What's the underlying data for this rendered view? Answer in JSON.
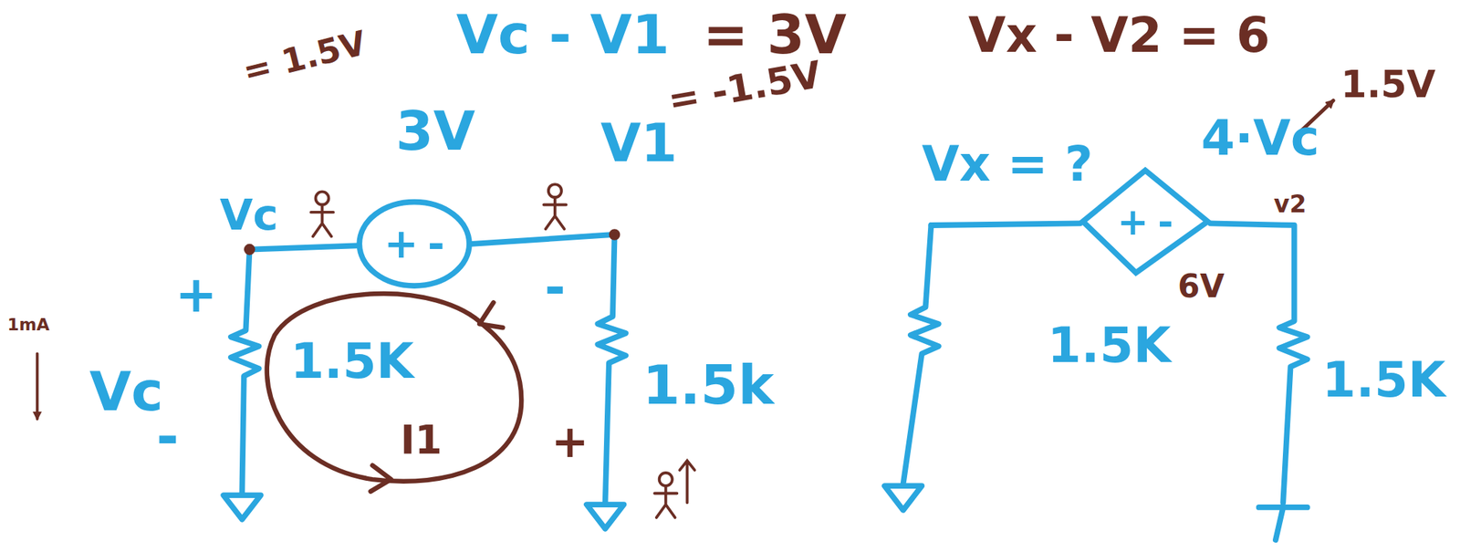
{
  "diagram": {
    "nodes": [
      {
        "text": [
          "+",
          "-"
        ]
      },
      {
        "text": [
          "+",
          "-"
        ]
      }
    ],
    "labels": [
      "Vc - V1",
      "= 3V",
      "Vx - V2 = 6",
      "= 1.5V",
      "3V",
      "V1",
      "= -1.5V",
      "Vc",
      "+",
      "-",
      "Vc",
      "-",
      "1.5K",
      "I1",
      "1.5k",
      "+",
      "1mA",
      "Vx = ?",
      "4·Vc",
      "1.5V",
      "v2",
      "6V",
      "1.5K",
      "1.5K"
    ]
  }
}
